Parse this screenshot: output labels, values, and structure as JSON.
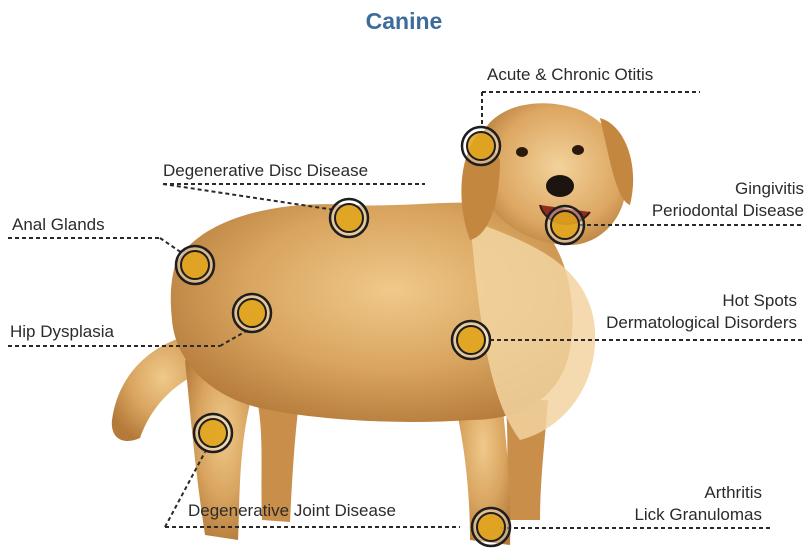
{
  "title": "Canine",
  "callouts": [
    {
      "id": "otitis",
      "lines": [
        "Acute & Chronic Otitis"
      ]
    },
    {
      "id": "disc",
      "lines": [
        "Degenerative Disc Disease"
      ]
    },
    {
      "id": "anal",
      "lines": [
        "Anal Glands"
      ]
    },
    {
      "id": "hip",
      "lines": [
        "Hip Dysplasia"
      ]
    },
    {
      "id": "gingivitis",
      "lines": [
        "Gingivitis",
        "Periodontal Disease"
      ]
    },
    {
      "id": "hotspots",
      "lines": [
        "Hot Spots",
        "Dermatological Disorders"
      ]
    },
    {
      "id": "arthritis",
      "lines": [
        "Arthritis",
        "Lick Granulomas"
      ]
    },
    {
      "id": "joint",
      "lines": [
        "Degenerative Joint Disease"
      ]
    }
  ],
  "colors": {
    "title": "#3d6b9a",
    "marker_ring": "#1e1e1e",
    "marker_fill": "#e0a010",
    "fur": "#d9a560",
    "fur_dark": "#b97a36"
  }
}
